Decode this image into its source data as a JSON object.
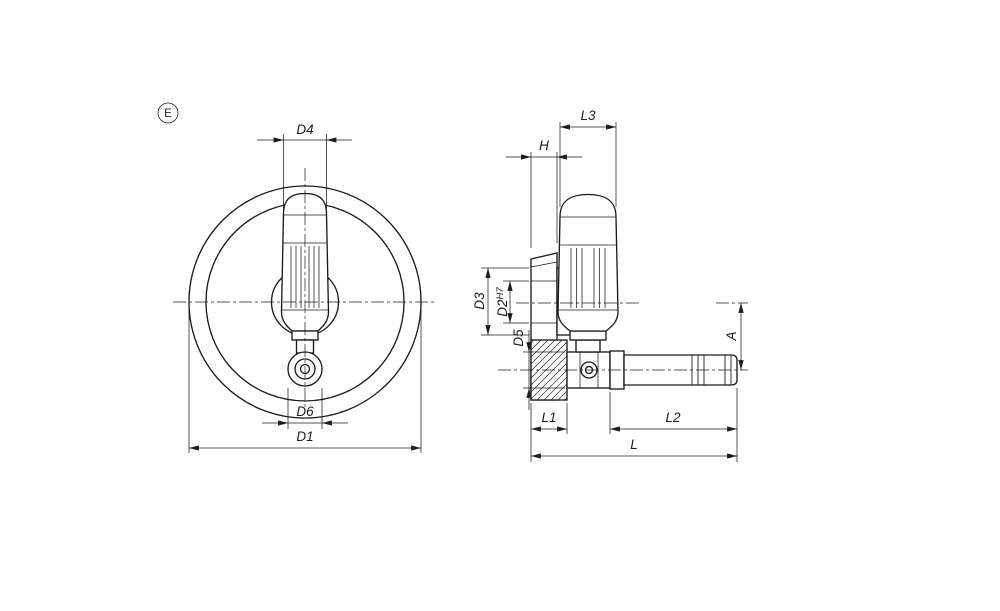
{
  "page": {
    "background": "#ffffff",
    "line_color": "#1c1c1c"
  },
  "drawing": {
    "revision_mark": "E",
    "front_view": {
      "dims": {
        "grip_diameter": "D4",
        "pivot_boss_diameter": "D6",
        "wheel_diameter": "D1"
      }
    },
    "side_view": {
      "dims": {
        "grip_length_folded": "L3",
        "rim_width": "H",
        "hub_diameter": "D3",
        "bore_diameter": "D2",
        "bore_tolerance": "H7",
        "pivot_diameter": "D5",
        "grip_axis_offset": "A",
        "hub_length": "L1",
        "grip_length": "L2",
        "total_length": "L"
      }
    }
  }
}
